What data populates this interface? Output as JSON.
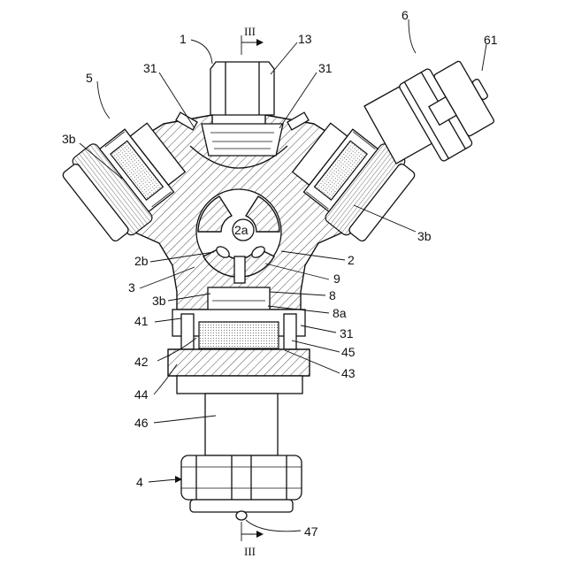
{
  "labels": {
    "l1": "1",
    "l13": "13",
    "l6": "6",
    "l61": "61",
    "l5": "5",
    "l31a": "31",
    "l31b": "31",
    "l3b_left": "3b",
    "l3b_right": "3b",
    "l2a": "2a",
    "l2": "2",
    "l2b": "2b",
    "l9": "9",
    "l3": "3",
    "l3b_center": "3b",
    "l8": "8",
    "l8a": "8a",
    "l41": "41",
    "l31c": "31",
    "l42": "42",
    "l45": "45",
    "l43": "43",
    "l44": "44",
    "l46": "46",
    "l4": "4",
    "l47": "47",
    "section_top": "III",
    "section_bottom": "III"
  },
  "colors": {
    "ink": "#111111",
    "paper": "#ffffff"
  }
}
